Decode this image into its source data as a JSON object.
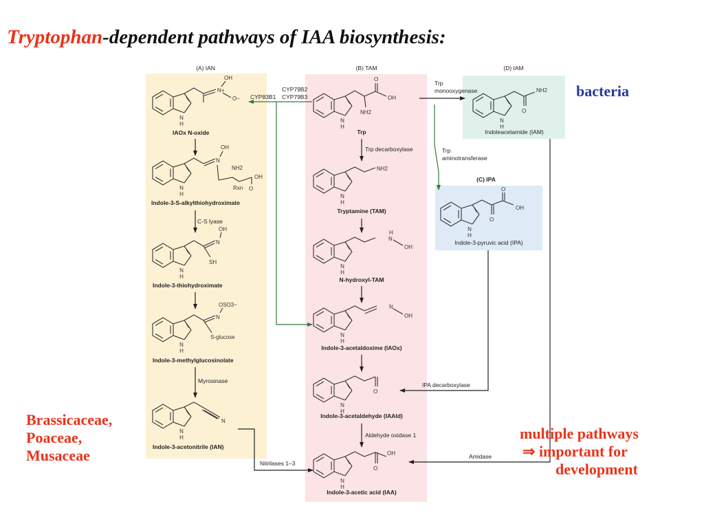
{
  "title": {
    "highlight": "Tryptophan",
    "rest": "-dependent pathways of IAA biosynthesis:"
  },
  "panels": {
    "ian": "(A)  IAN",
    "tam": "(B)  TAM",
    "iam": "(D)  IAM",
    "ipa": "(C)  IPA"
  },
  "compounds": {
    "iaox_n_oxide": "IAOx N-oxide",
    "alkylthiohydroximate": "Indole-3-S-alkylthiohydroximate",
    "thiohydroximate": "Indole-3-thiohydroximate",
    "methylglucosinolate": "Indole-3-methylglucosinolate",
    "ian": "Indole-3-acetonitrile (IAN)",
    "trp": "Trp",
    "tam": "Tryptamine (TAM)",
    "n_hydroxyl_tam": "N-hydroxyl-TAM",
    "iaox": "Indole-3-acetaldoxime (IAOx)",
    "iaald": "Indole-3-acetaldehyde (IAAld)",
    "iaa": "Indole-3-acetic acid (IAA)",
    "iam": "Indoleacetamide (IAM)",
    "ipa": "Indole-3-pyruvic acid (IPA)"
  },
  "enzymes": {
    "cyp83b1": "CYP83B1",
    "cyp79b2": "CYP79B2",
    "cyp79b3": "CYP79B3",
    "trp_monooxygenase_1": "Trp",
    "trp_monooxygenase_2": "monooxygenase",
    "trp_decarboxylase": "Trp decarboxylase",
    "trp_aminotransferase_1": "Trp",
    "trp_aminotransferase_2": "aminotransferase",
    "cs_lyase": "C-S lyase",
    "myrosinase": "Myrosinase",
    "nitrilases": "Nitrilases 1–3",
    "ipa_decarboxylase": "IPA decarboxylase",
    "aldehyde_oxidase": "Aldehyde oxidase 1",
    "amidase": "Amidase"
  },
  "atoms": {
    "N": "N",
    "H": "H",
    "OH": "OH",
    "O": "O",
    "NH2": "NH2",
    "SH": "SH",
    "OSO3": "OSO3−",
    "Sglucose": "S-glucose",
    "Rxn": "Rxn",
    "Nplus": "N+",
    "Ominus": "O−"
  },
  "annotations": {
    "bacteria": "bacteria",
    "families": [
      "Brassicaceae,",
      "Poaceae,",
      "Musaceae"
    ],
    "multiple": [
      "multiple pathways",
      "important for",
      "development"
    ],
    "implies": "⇒"
  },
  "colors": {
    "ian_panel": "#fcf1d3",
    "tam_panel": "#fbe3e6",
    "iam_panel": "#dff1ea",
    "ipa_panel": "#dfeaf7",
    "title_highlight": "#e8341c",
    "annotation_red": "#e8341c",
    "bacteria_blue": "#27389a",
    "green_arrow": "#2f7a3a"
  }
}
